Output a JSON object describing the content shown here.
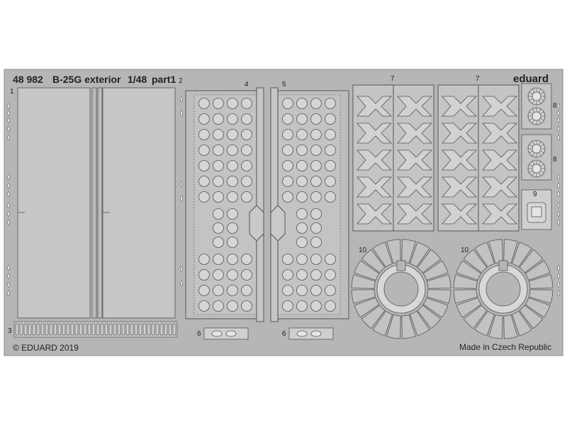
{
  "header": {
    "code": "48 982",
    "title": "B-25G exterior",
    "scale": "1/48",
    "part": "part1"
  },
  "brand": "eduard",
  "copyright": "© EDUARD 2019",
  "origin": "Made in Czech Republic",
  "part_numbers": {
    "p1": "1",
    "p2": "2",
    "p3": "3",
    "p4": "4",
    "p5": "5",
    "p6a": "6",
    "p6b": "6",
    "p7a": "7",
    "p7b": "7",
    "p8a": "8",
    "p8b": "8",
    "p9": "9",
    "p10a": "10",
    "p10b": "10"
  },
  "colors": {
    "fret": "#b4b4b4",
    "fret_light": "#c9c9c9",
    "line": "#555555",
    "text": "#222222"
  }
}
